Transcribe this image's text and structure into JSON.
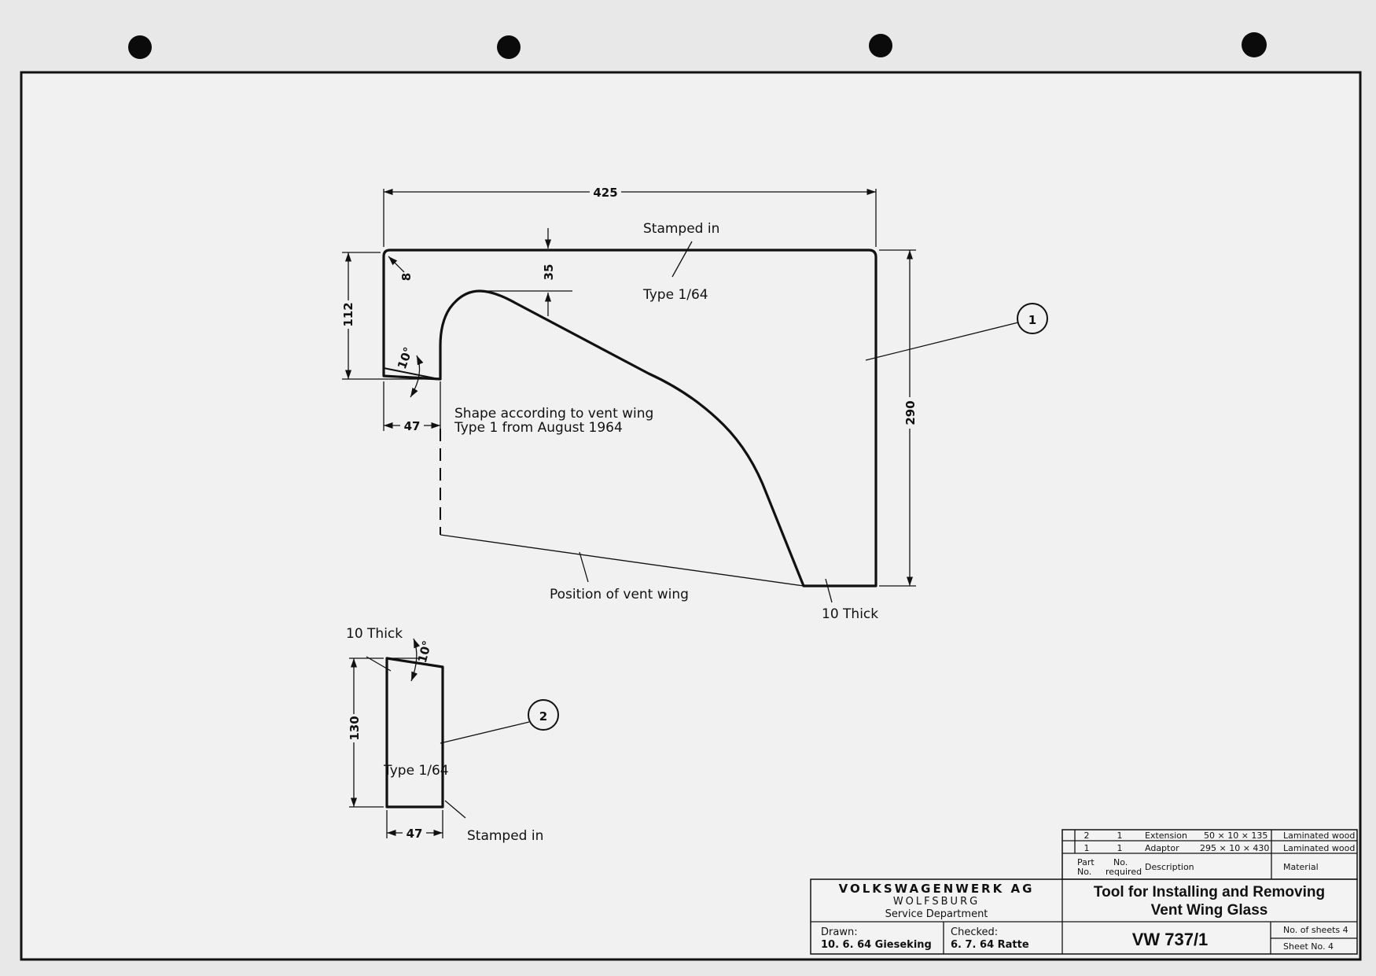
{
  "part1": {
    "dim_width": "425",
    "dim_height_total": "290",
    "dim_left_height": "112",
    "dim_top_offset": "35",
    "dim_radius": "8",
    "dim_angle": "10°",
    "dim_left_width": "47",
    "label_stamped_in": "Stamped in",
    "label_type": "Type 1/64",
    "label_shape_line1": "Shape according to vent wing",
    "label_shape_line2": "Type 1 from August 1964",
    "label_position": "Position of vent wing",
    "label_thickness": "10 Thick",
    "balloon": "1"
  },
  "part2": {
    "label_thickness": "10 Thick",
    "dim_angle": "10°",
    "dim_height": "130",
    "dim_width": "47",
    "label_type": "Type 1/64",
    "label_stamped_in": "Stamped in",
    "balloon": "2"
  },
  "title_block": {
    "company": "VOLKSWAGENWERK AG",
    "city": "WOLFSBURG",
    "department": "Service Department",
    "drawn_label": "Drawn:",
    "drawn_value": "10. 6. 64 Gieseking",
    "checked_label": "Checked:",
    "checked_value": "6. 7. 64 Ratte",
    "title_line1": "Tool for Installing and Removing",
    "title_line2": "Vent Wing Glass",
    "drawing_no": "VW 737/1",
    "sheets_total": "No. of sheets 4",
    "sheet_no": "Sheet No. 4",
    "parts_header": {
      "part_no_1": "Part",
      "part_no_2": "No.",
      "required_1": "No.",
      "required_2": "required",
      "description": "Description",
      "material": "Material"
    },
    "parts": [
      {
        "part_no": "2",
        "required": "1",
        "description": "Extension",
        "size": "50 × 10 × 135",
        "material": "Laminated wood"
      },
      {
        "part_no": "1",
        "required": "1",
        "description": "Adaptor",
        "size": "295 × 10 × 430",
        "material": "Laminated wood"
      }
    ]
  }
}
